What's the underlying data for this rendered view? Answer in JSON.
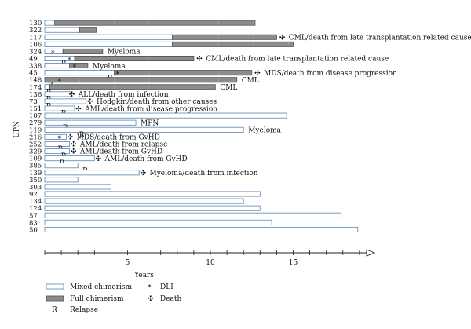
{
  "chart_data": {
    "type": "timeline",
    "xlabel": "Years",
    "ylabel": "UPN",
    "xlim": [
      0,
      20
    ],
    "x_ticks": [
      5,
      10,
      15
    ],
    "colors": {
      "mixed_fill": "#ffffff",
      "mixed_stroke": "#5a86b3",
      "full_fill": "#8c8c8c",
      "full_stroke": "#4f4f4f",
      "text": "#111111"
    },
    "legend": {
      "mixed": "Mixed chimerism",
      "full": "Full chimerism",
      "relapse": "Relapse",
      "relapse_symbol": "R",
      "dli": "DLI",
      "dli_symbol": "*",
      "death": "Death",
      "death_symbol": "✣"
    },
    "patients": [
      {
        "upn": "130",
        "segments": [
          {
            "type": "mixed",
            "start": 0,
            "end": 0.6
          },
          {
            "type": "full",
            "start": 0.6,
            "end": 12.7
          }
        ]
      },
      {
        "upn": "322",
        "segments": [
          {
            "type": "mixed",
            "start": 0,
            "end": 2.1
          },
          {
            "type": "full",
            "start": 2.1,
            "end": 3.1
          }
        ]
      },
      {
        "upn": "117",
        "segments": [
          {
            "type": "mixed",
            "start": 0,
            "end": 7.7
          },
          {
            "type": "full",
            "start": 7.7,
            "end": 14.0
          }
        ],
        "death": 14.3,
        "annotation": "CML/death from late transplantation related cause"
      },
      {
        "upn": "106",
        "segments": [
          {
            "type": "mixed",
            "start": 0,
            "end": 7.7
          },
          {
            "type": "full",
            "start": 7.7,
            "end": 15.0
          }
        ]
      },
      {
        "upn": "324",
        "segments": [
          {
            "type": "mixed",
            "start": 0,
            "end": 1.1
          },
          {
            "type": "full",
            "start": 1.1,
            "end": 3.5
          }
        ],
        "dli": [
          0.5
        ],
        "annotation": "Myeloma"
      },
      {
        "upn": "49",
        "segments": [
          {
            "type": "mixed",
            "start": 0,
            "end": 1.8
          },
          {
            "type": "full",
            "start": 1.8,
            "end": 9.0
          }
        ],
        "relapse": 1.1,
        "dli": [
          1.5
        ],
        "death": 9.3,
        "annotation": "CML/death from late transplantation related cause"
      },
      {
        "upn": "338",
        "segments": [
          {
            "type": "mixed",
            "start": 0,
            "end": 1.5
          },
          {
            "type": "full",
            "start": 1.5,
            "end": 2.6
          }
        ],
        "dli": [
          1.8
        ],
        "annotation": "Myeloma"
      },
      {
        "upn": "45",
        "segments": [
          {
            "type": "mixed",
            "start": 0,
            "end": 4.2
          },
          {
            "type": "full",
            "start": 4.2,
            "end": 12.5
          }
        ],
        "relapse": 3.9,
        "dli": [
          4.4
        ],
        "death": 12.8,
        "annotation": "MDS/death from disease progression"
      },
      {
        "upn": "148",
        "segments": [
          {
            "type": "full",
            "start": 0,
            "end": 11.6
          }
        ],
        "relapse": 0.3,
        "dli": [
          0.9
        ],
        "annotation": "CML"
      },
      {
        "upn": "174",
        "segments": [
          {
            "type": "mixed",
            "start": 0,
            "end": 0.3
          },
          {
            "type": "full",
            "start": 0.3,
            "end": 10.3
          }
        ],
        "relapse": 0.2,
        "annotation": "CML"
      },
      {
        "upn": "136",
        "segments": [
          {
            "type": "mixed",
            "start": 0,
            "end": 1.6
          }
        ],
        "relapse": 0.2,
        "death": 1.6,
        "annotation": "ALL/death from infection"
      },
      {
        "upn": "73",
        "segments": [
          {
            "type": "mixed",
            "start": 0,
            "end": 2.5
          }
        ],
        "relapse": 0.2,
        "death": 2.7,
        "annotation": "Hodgkin/death from other causes"
      },
      {
        "upn": "151",
        "segments": [
          {
            "type": "mixed",
            "start": 0,
            "end": 1.8
          }
        ],
        "relapse": 1.1,
        "death": 2.0,
        "annotation": "AML/death from disease progression"
      },
      {
        "upn": "107",
        "segments": [
          {
            "type": "mixed",
            "start": 0,
            "end": 14.6
          }
        ]
      },
      {
        "upn": "279",
        "segments": [
          {
            "type": "mixed",
            "start": 0,
            "end": 5.5
          }
        ],
        "relapse": 1.2,
        "annotation": "MPN"
      },
      {
        "upn": "119",
        "segments": [
          {
            "type": "mixed",
            "start": 0,
            "end": 12.0
          }
        ],
        "relapse": 2.2,
        "annotation": "Myeloma"
      },
      {
        "upn": "216",
        "segments": [
          {
            "type": "mixed",
            "start": 0,
            "end": 1.3
          }
        ],
        "dli": [
          0.9
        ],
        "death": 1.5,
        "annotation": "MDS/death from GvHD"
      },
      {
        "upn": "252",
        "segments": [
          {
            "type": "mixed",
            "start": 0,
            "end": 1.5
          }
        ],
        "relapse": 0.9,
        "death": 1.7,
        "annotation": "AML/death from relapse"
      },
      {
        "upn": "329",
        "segments": [
          {
            "type": "mixed",
            "start": 0,
            "end": 1.5
          }
        ],
        "relapse": 1.1,
        "death": 1.7,
        "annotation": "AML/death from GvHD"
      },
      {
        "upn": "109",
        "segments": [
          {
            "type": "mixed",
            "start": 0,
            "end": 3.0
          }
        ],
        "relapse": 1.0,
        "death": 3.2,
        "annotation": "AML/death from GvHD"
      },
      {
        "upn": "385",
        "segments": [
          {
            "type": "mixed",
            "start": 0,
            "end": 2.0
          }
        ],
        "relapse": 2.4
      },
      {
        "upn": "139",
        "segments": [
          {
            "type": "mixed",
            "start": 0,
            "end": 5.7
          }
        ],
        "death": 5.9,
        "annotation": "Myeloma/death from infection"
      },
      {
        "upn": "350",
        "segments": [
          {
            "type": "mixed",
            "start": 0,
            "end": 2.0
          }
        ]
      },
      {
        "upn": "303",
        "segments": [
          {
            "type": "mixed",
            "start": 0,
            "end": 4.0
          }
        ]
      },
      {
        "upn": "92",
        "segments": [
          {
            "type": "mixed",
            "start": 0,
            "end": 13.0
          }
        ]
      },
      {
        "upn": "134",
        "segments": [
          {
            "type": "mixed",
            "start": 0,
            "end": 12.0
          }
        ]
      },
      {
        "upn": "124",
        "segments": [
          {
            "type": "mixed",
            "start": 0,
            "end": 13.0
          }
        ]
      },
      {
        "upn": "57",
        "segments": [
          {
            "type": "mixed",
            "start": 0,
            "end": 17.9
          }
        ]
      },
      {
        "upn": "83",
        "segments": [
          {
            "type": "mixed",
            "start": 0,
            "end": 13.7
          }
        ]
      },
      {
        "upn": "50",
        "segments": [
          {
            "type": "mixed",
            "start": 0,
            "end": 18.9
          }
        ]
      }
    ]
  }
}
